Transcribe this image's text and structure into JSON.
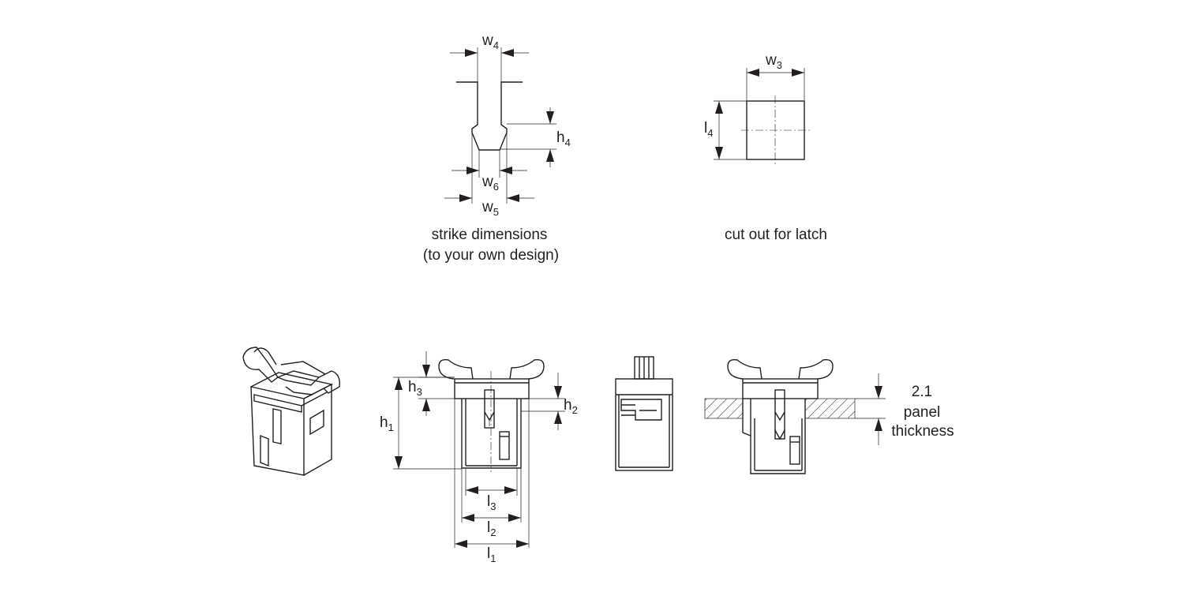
{
  "strike": {
    "w4": {
      "base": "w",
      "sub": "4"
    },
    "h4": {
      "base": "h",
      "sub": "4"
    },
    "w6": {
      "base": "w",
      "sub": "6"
    },
    "w5": {
      "base": "w",
      "sub": "5"
    },
    "caption_line1": "strike dimensions",
    "caption_line2": "(to your own design)"
  },
  "cutout": {
    "w3": {
      "base": "w",
      "sub": "3"
    },
    "l4": {
      "base": "l",
      "sub": "4"
    },
    "caption": "cut out for latch"
  },
  "front_view": {
    "h1": {
      "base": "h",
      "sub": "1"
    },
    "h2": {
      "base": "h",
      "sub": "2"
    },
    "h3": {
      "base": "h",
      "sub": "3"
    },
    "l1": {
      "base": "l",
      "sub": "1"
    },
    "l2": {
      "base": "l",
      "sub": "2"
    },
    "l3": {
      "base": "l",
      "sub": "3"
    }
  },
  "panel_view": {
    "thickness_value": "2.1",
    "label_line1": "panel",
    "label_line2": "thickness"
  }
}
